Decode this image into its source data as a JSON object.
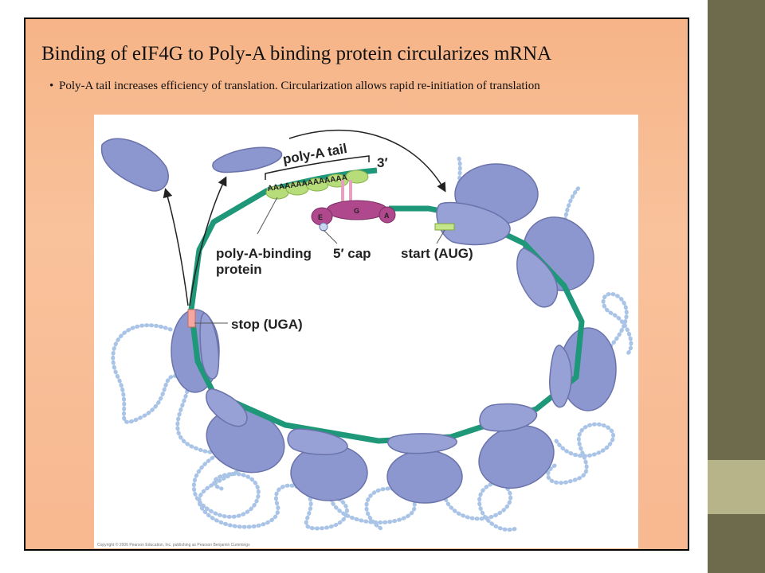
{
  "slide": {
    "title": "Binding of eIF4G to Poly-A binding protein circularizes mRNA",
    "bullet": "Poly-A tail increases efficiency of translation. Circularization allows rapid re-initiation of translation"
  },
  "figure": {
    "labels": {
      "poly_a_tail": "poly-A tail",
      "three_prime": "3′",
      "poly_a_seq": "AAAAAAAAAAAAAA",
      "pabp_line1": "poly-A-binding",
      "pabp_line2": "protein",
      "five_prime_cap": "5′ cap",
      "start_codon": "start (AUG)",
      "stop_codon": "stop (UGA)",
      "factor_e": "E",
      "factor_g": "G",
      "factor_a": "A"
    },
    "copyright": "Copyright © 2006 Pearson Education, Inc. publishing as Pearson Benjamin Cummings"
  },
  "colors": {
    "mrna": "#1e9878",
    "ribosome": "#8d97cf",
    "ribosome_stroke": "#6a73aa",
    "polypeptide": "#a9c4e6",
    "pabp": "#b7dd7a",
    "eif4": "#b0488d",
    "background": "#f8b890",
    "right_band": "#6e6b4c"
  }
}
